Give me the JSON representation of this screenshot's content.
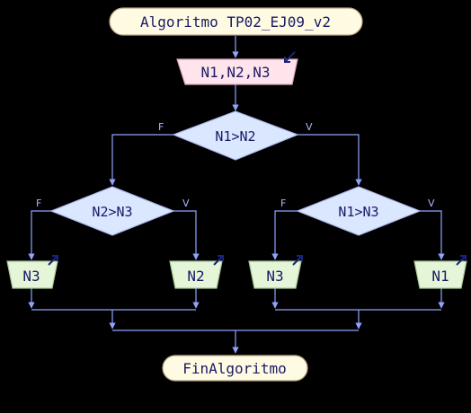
{
  "diagram": {
    "start_label": "Algoritmo TP02_EJ09_v2",
    "input_label": "N1,N2,N3",
    "decision_top": "N1>N2",
    "decision_left": "N2>N3",
    "decision_right": "N1>N3",
    "out_1": "N3",
    "out_2": "N2",
    "out_3": "N3",
    "out_4": "N1",
    "end_label": "FinAlgoritmo",
    "false_flag": "F",
    "true_flag": "V"
  },
  "colors": {
    "line": "#8fa3ff",
    "start_fill": "#fffbe3",
    "start_stroke": "#b9a78a",
    "input_fill": "#ffe4ec",
    "input_stroke": "#d8a3b8",
    "decision_fill": "#dbe6ff",
    "decision_stroke": "#a9b8e8",
    "output_fill": "#e4f5d8",
    "output_stroke": "#a7c796",
    "text": "#1a1a66",
    "arrow_mark": "#1a237e"
  }
}
